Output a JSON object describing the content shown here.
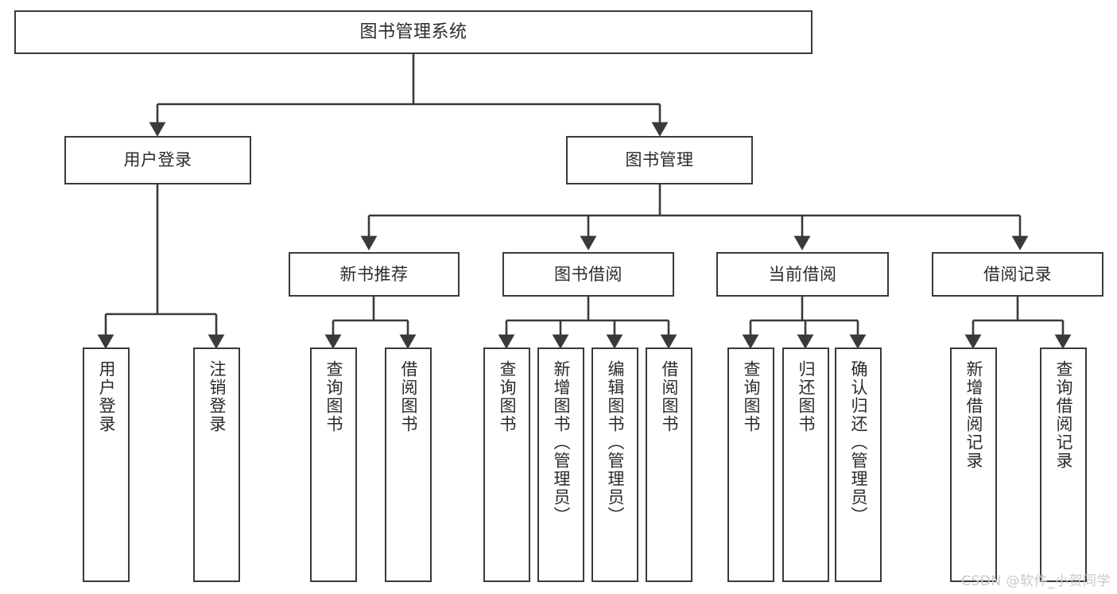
{
  "diagram": {
    "title": "图书管理系统",
    "type": "tree-hierarchy",
    "colors": {
      "stroke": "#3a3a3a",
      "fill": "#ffffff",
      "text": "#2b2b2b",
      "watermark": "#c9c9c9"
    },
    "nodes": {
      "root": {
        "label": "图书管理系统"
      },
      "level2": [
        {
          "id": "user-login",
          "label": "用户登录"
        },
        {
          "id": "book-management",
          "label": "图书管理"
        }
      ],
      "level3": [
        {
          "id": "new-book-recommend",
          "label": "新书推荐"
        },
        {
          "id": "book-borrow",
          "label": "图书借阅"
        },
        {
          "id": "current-borrow",
          "label": "当前借阅"
        },
        {
          "id": "borrow-record",
          "label": "借阅记录"
        }
      ],
      "leaves": {
        "user_login": [
          {
            "id": "leaf-user-login",
            "label": "用户登录"
          },
          {
            "id": "leaf-logout-login",
            "label": "注销登录"
          }
        ],
        "new_book_recommend": [
          {
            "id": "leaf-query-book-1",
            "label": "查询图书"
          },
          {
            "id": "leaf-borrow-book-1",
            "label": "借阅图书"
          }
        ],
        "book_borrow": [
          {
            "id": "leaf-query-book-2",
            "label": "查询图书"
          },
          {
            "id": "leaf-add-book",
            "label": "新增图书（管理员）"
          },
          {
            "id": "leaf-edit-book",
            "label": "编辑图书（管理员）"
          },
          {
            "id": "leaf-borrow-book-2",
            "label": "借阅图书"
          }
        ],
        "current_borrow": [
          {
            "id": "leaf-query-book-3",
            "label": "查询图书"
          },
          {
            "id": "leaf-return-book",
            "label": "归还图书"
          },
          {
            "id": "leaf-confirm-return",
            "label": "确认归还（管理员）"
          }
        ],
        "borrow_record": [
          {
            "id": "leaf-add-borrow-record",
            "label": "新增借阅记录"
          },
          {
            "id": "leaf-query-borrow-record",
            "label": "查询借阅记录"
          }
        ]
      }
    },
    "watermark": "CSDN @软件_小贺同学"
  }
}
